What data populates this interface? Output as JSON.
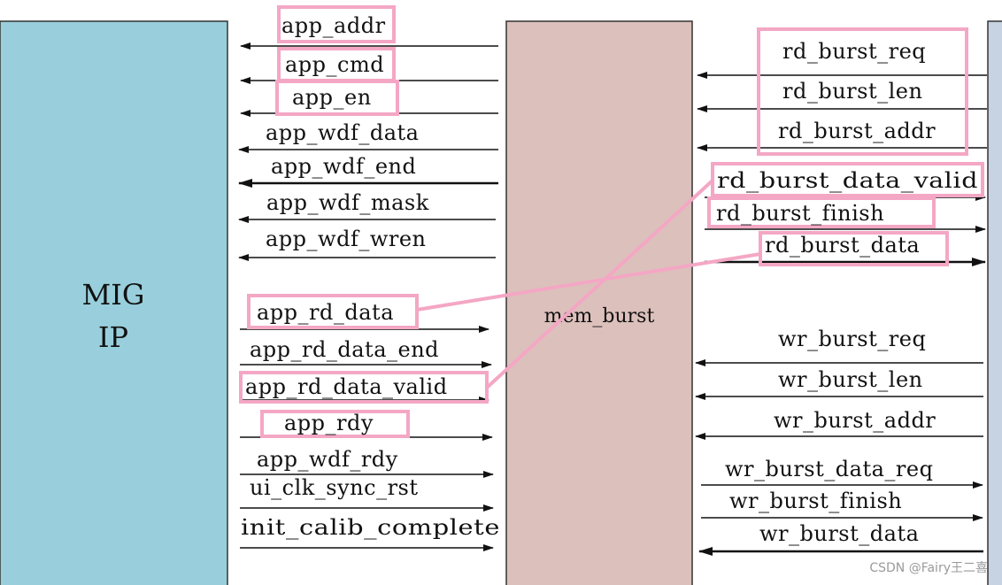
{
  "blocks": {
    "mig_line1": "MIG",
    "mig_line2": "IP",
    "mem_burst": "mem_burst"
  },
  "left_signals": [
    {
      "label": "app_addr",
      "dir": "left",
      "highlight": true
    },
    {
      "label": "app_cmd",
      "dir": "left",
      "highlight": true
    },
    {
      "label": "app_en",
      "dir": "left",
      "highlight": true
    },
    {
      "label": "app_wdf_data",
      "dir": "left",
      "highlight": false
    },
    {
      "label": "app_wdf_end",
      "dir": "left",
      "highlight": false
    },
    {
      "label": "app_wdf_mask",
      "dir": "left",
      "highlight": false
    },
    {
      "label": "app_wdf_wren",
      "dir": "left",
      "highlight": false
    },
    {
      "label": "app_rd_data",
      "dir": "right",
      "highlight": true
    },
    {
      "label": "app_rd_data_end",
      "dir": "right",
      "highlight": false
    },
    {
      "label": "app_rd_data_valid",
      "dir": "right",
      "highlight": true
    },
    {
      "label": "app_rdy",
      "dir": "right",
      "highlight": true
    },
    {
      "label": "app_wdf_rdy",
      "dir": "right",
      "highlight": false
    },
    {
      "label": "ui_clk_sync_rst",
      "dir": "right",
      "highlight": false
    },
    {
      "label": "init_calib_complete",
      "dir": "right",
      "highlight": false
    }
  ],
  "right_signals": [
    {
      "label": "rd_burst_req",
      "dir": "left",
      "highlight": true
    },
    {
      "label": "rd_burst_len",
      "dir": "left",
      "highlight": true
    },
    {
      "label": "rd_burst_addr",
      "dir": "left",
      "highlight": true
    },
    {
      "label": "rd_burst_data_valid",
      "dir": "right",
      "highlight": true
    },
    {
      "label": "rd_burst_finish",
      "dir": "right",
      "highlight": true
    },
    {
      "label": "rd_burst_data",
      "dir": "right",
      "highlight": true
    },
    {
      "label": "wr_burst_req",
      "dir": "left",
      "highlight": false
    },
    {
      "label": "wr_burst_len",
      "dir": "left",
      "highlight": false
    },
    {
      "label": "wr_burst_addr",
      "dir": "left",
      "highlight": false
    },
    {
      "label": "wr_burst_data_req",
      "dir": "right",
      "highlight": false
    },
    {
      "label": "wr_burst_finish",
      "dir": "right",
      "highlight": false
    },
    {
      "label": "wr_burst_data",
      "dir": "left",
      "highlight": false
    }
  ],
  "connections": [
    {
      "from": "app_rd_data",
      "to": "rd_burst_data"
    },
    {
      "from": "app_rd_data_valid",
      "to": "rd_burst_data_valid"
    }
  ],
  "colors": {
    "mig_block": "#99cfdc",
    "mem_burst_block": "#dcc0bc",
    "right_block": "#c7d3e2",
    "highlight": "#f4a7c4",
    "line": "#111111"
  },
  "watermark": "CSDN @Fairy王二喜"
}
